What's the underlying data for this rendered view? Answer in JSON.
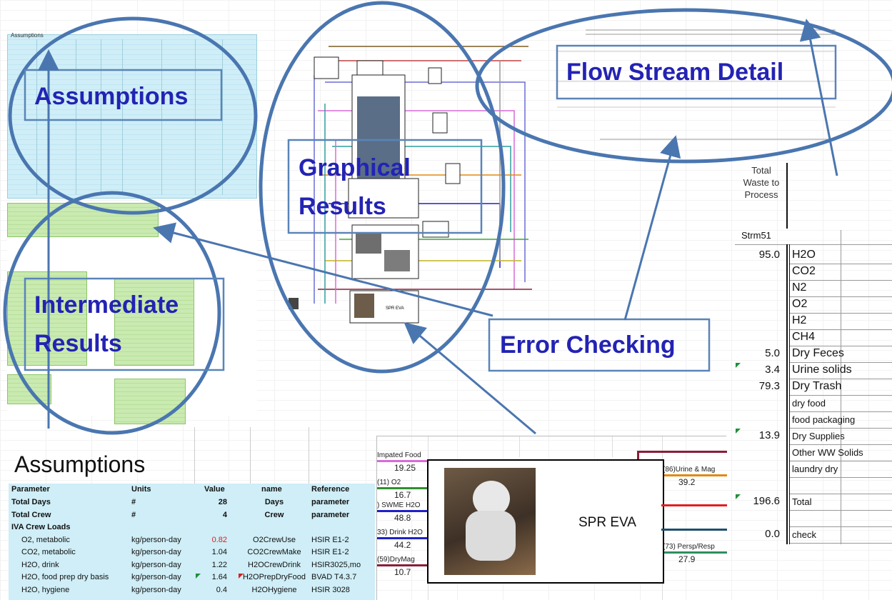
{
  "labels": {
    "assumptions_callout": "Assumptions",
    "graphical_results_line1": "Graphical",
    "graphical_results_line2": "Results",
    "flow_stream_detail": "Flow Stream Detail",
    "intermediate_results_line1": "Intermediate",
    "intermediate_results_line2": "Results",
    "error_checking": "Error Checking"
  },
  "assumptions_sheet": {
    "title": "Assumptions"
  },
  "graphic_node_labels": {
    "spr_eva_small": "SPR EVA"
  },
  "right_table": {
    "header_lines": [
      "Total",
      "Waste to",
      "Process"
    ],
    "stream_id": "Strm51",
    "rows": [
      {
        "value": "95.0",
        "name": "H2O",
        "flag": false
      },
      {
        "value": "",
        "name": "CO2",
        "flag": false
      },
      {
        "value": "",
        "name": "N2",
        "flag": false
      },
      {
        "value": "",
        "name": "O2",
        "flag": false
      },
      {
        "value": "",
        "name": "H2",
        "flag": false
      },
      {
        "value": "",
        "name": "CH4",
        "flag": false
      },
      {
        "value": "5.0",
        "name": "Dry Feces",
        "flag": false
      },
      {
        "value": "3.4",
        "name": "Urine solids",
        "flag": true
      },
      {
        "value": "79.3",
        "name": "Dry Trash",
        "flag": false
      },
      {
        "value": "",
        "name": "dry food",
        "flag": false
      },
      {
        "value": "",
        "name": "food packaging",
        "flag": false
      },
      {
        "value": "13.9",
        "name": "Dry Supplies",
        "flag": true
      },
      {
        "value": "",
        "name": "Other WW Solids",
        "flag": false
      },
      {
        "value": "",
        "name": "laundry dry",
        "flag": false
      },
      {
        "value": "",
        "name": "",
        "flag": false
      },
      {
        "value": "196.6",
        "name": "Total",
        "flag": true
      },
      {
        "value": "",
        "name": "",
        "flag": false
      },
      {
        "value": "0.0",
        "name": "check",
        "flag": false
      }
    ]
  },
  "bottom_assumptions": {
    "title": "Assumptions",
    "headers": [
      "Parameter",
      "Units",
      "Value",
      "name",
      "Reference"
    ],
    "rows": [
      {
        "parameter": "Total Days",
        "units": "#",
        "value": "28",
        "name": "Days",
        "reference": "parameter",
        "bold": true
      },
      {
        "parameter": "Total Crew",
        "units": "#",
        "value": "4",
        "name": "Crew",
        "reference": "parameter",
        "bold": true
      },
      {
        "parameter": "IVA Crew Loads",
        "units": "",
        "value": "",
        "name": "",
        "reference": "",
        "bold": true
      },
      {
        "parameter": "O2, metabolic",
        "units": "kg/person-day",
        "value": "0.82",
        "name": "O2CrewUse",
        "reference": "HSIR E1-2",
        "bold": false,
        "red": true
      },
      {
        "parameter": "CO2, metabolic",
        "units": "kg/person-day",
        "value": "1.04",
        "name": "CO2CrewMake",
        "reference": "HSIR E1-2",
        "bold": false
      },
      {
        "parameter": "H2O, drink",
        "units": "kg/person-day",
        "value": "1.22",
        "name": "H2OCrewDrink",
        "reference": "HSIR3025,mo",
        "bold": false
      },
      {
        "parameter": "H2O, food prep dry basis",
        "units": "kg/person-day",
        "value": "1.64",
        "name": "H2OPrepDryFood",
        "reference": "BVAD T4.3.7",
        "bold": false,
        "flag": true,
        "redflag": true
      },
      {
        "parameter": "H2O, hygiene",
        "units": "kg/person-day",
        "value": "0.4",
        "name": "H2OHygiene",
        "reference": "HSIR 3028",
        "bold": false
      }
    ]
  },
  "spr_eva": {
    "label": "SPR EVA",
    "inputs": [
      {
        "label": "Impated Food",
        "value": "19.25",
        "color": "#d86bd8"
      },
      {
        "label": "(11) O2",
        "value": "16.7",
        "color": "#2f8f2f"
      },
      {
        "label": ") SWME H2O",
        "value": "48.8",
        "color": "#2020c8"
      },
      {
        "label": "33) Drink H2O",
        "value": "44.2",
        "color": "#2020c8"
      },
      {
        "label": "(59)DryMag",
        "value": "10.7",
        "color": "#8a1f3a"
      }
    ],
    "outputs": [
      {
        "label": "(86)Urine & Mag",
        "value": "39.2",
        "color": "#e08a10"
      },
      {
        "label": "(73) Persp/Resp",
        "value": "27.9",
        "color": "#2f8f5f"
      }
    ]
  }
}
